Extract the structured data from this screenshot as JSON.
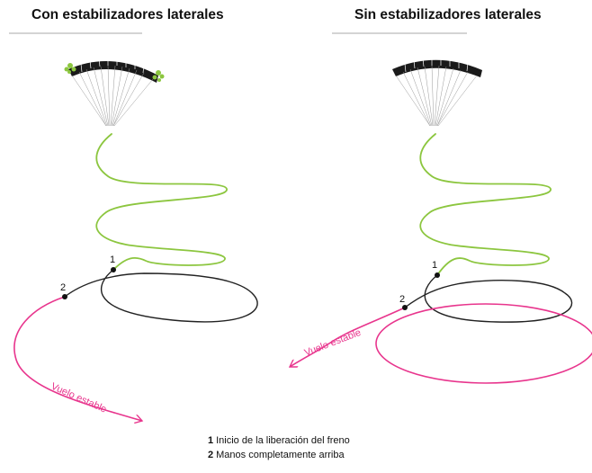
{
  "panels": {
    "left": {
      "title": "Con estabilizadores laterales",
      "stable_label": "Vuelo estable"
    },
    "right": {
      "title": "Sin estabilizadores laterales",
      "stable_label": "Vuelo estable"
    }
  },
  "markers": {
    "one": "1",
    "two": "2"
  },
  "legend": [
    {
      "num": "1",
      "text": "Inicio de la liberación del freno"
    },
    {
      "num": "2",
      "text": "Manos completamente arriba"
    }
  ],
  "colors": {
    "spiral_green": "#8cc63f",
    "recovery_black": "#222222",
    "stable_pink": "#e8358d",
    "stabilizer_green": "#8cc63f",
    "canopy": "#1a1a1a"
  }
}
